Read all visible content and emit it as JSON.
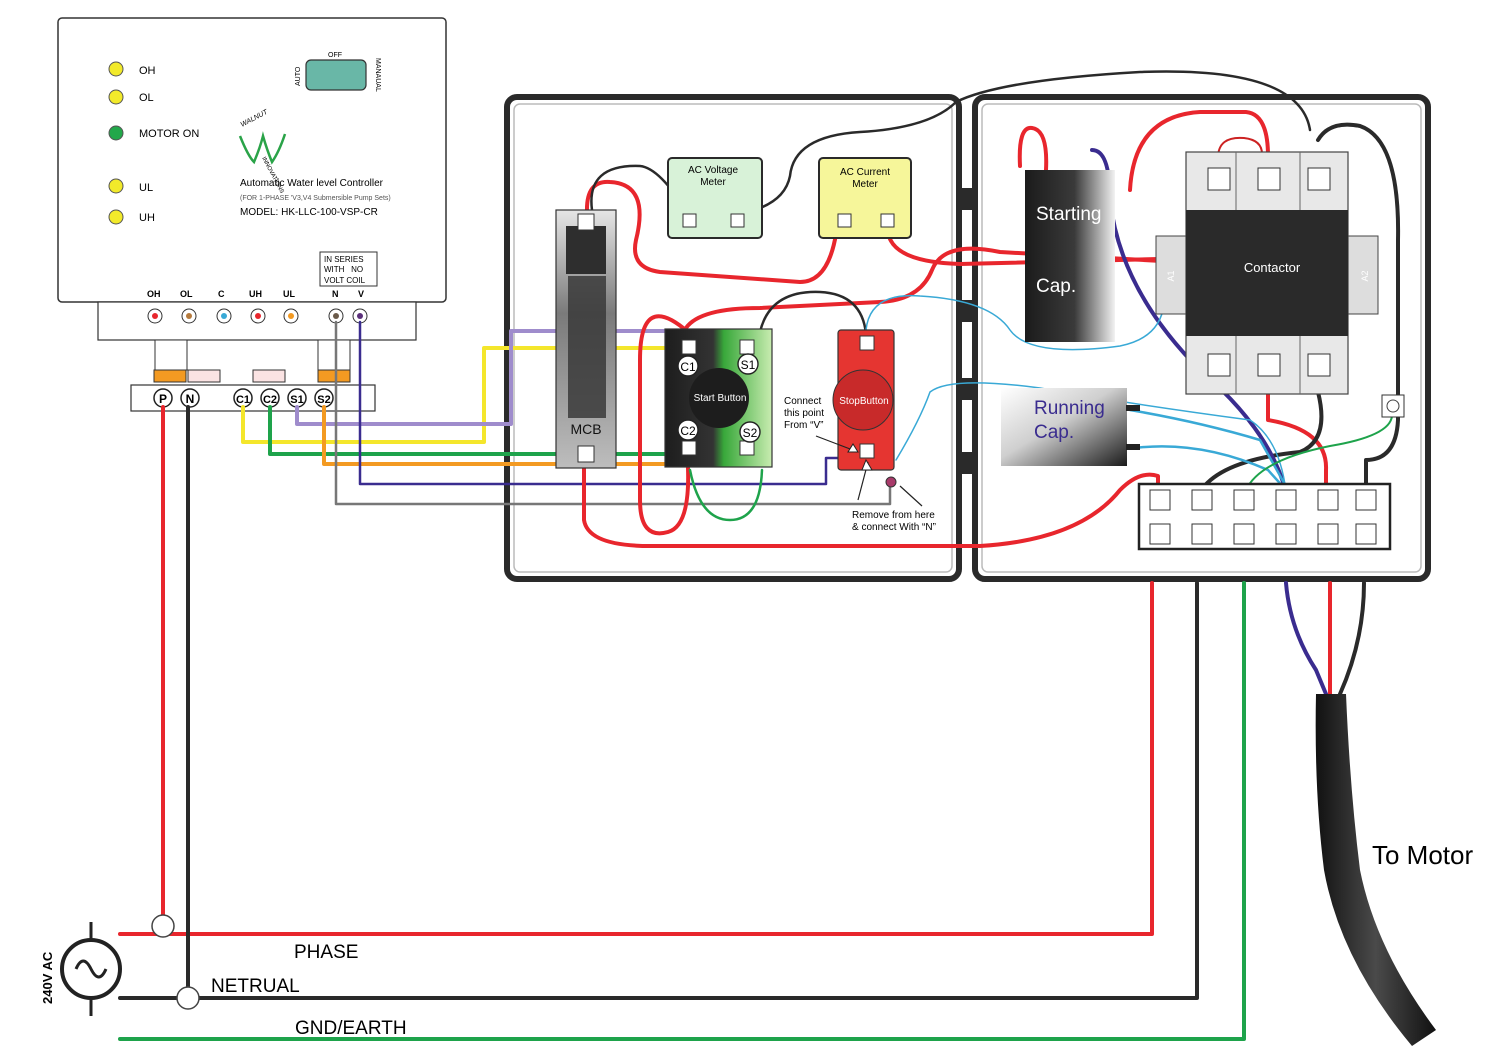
{
  "controller": {
    "indicators": [
      {
        "label": "OH",
        "color": "#f2ea2a"
      },
      {
        "label": "OL",
        "color": "#f2ea2a"
      },
      {
        "label": "MOTOR ON",
        "color": "#22a84a"
      },
      {
        "label": "UL",
        "color": "#f2ea2a"
      },
      {
        "label": "UH",
        "color": "#f2ea2a"
      }
    ],
    "switch": {
      "auto": "AUTO",
      "off": "OFF",
      "manual": "MANAUAL"
    },
    "brand": "WALNUT",
    "brand_sub": "INNOVATIONS",
    "title": "Automatic Water level Controller",
    "subtitle": "(FOR 1-PHASE 'V3,V4 Submersible Pump Sets)",
    "model": "MODEL: HK-LLC-100-VSP-CR",
    "series_note": [
      "IN SERIES",
      "WITH   NO",
      "VOLT COIL"
    ],
    "terminals": [
      "OH",
      "OL",
      "C",
      "UH",
      "UL",
      "N",
      "V"
    ],
    "bottom_terminals": [
      "P",
      "N",
      "C1",
      "C2",
      "S1",
      "S2"
    ]
  },
  "panel": {
    "voltage_meter": [
      "AC Voltage",
      "Meter"
    ],
    "current_meter": [
      "AC Current",
      "Meter"
    ],
    "mcb": "MCB",
    "start_button": "Start Button",
    "start_terms": [
      "C1",
      "S1",
      "C2",
      "S2"
    ],
    "stop_button": "StopButton",
    "connect_note": [
      "Connect",
      "this point",
      "From “V”"
    ],
    "remove_note": [
      "Remove from here",
      "& connect With “N”"
    ],
    "starting_cap": [
      "Starting",
      "Cap."
    ],
    "running_cap": [
      "Running",
      "Cap."
    ],
    "contactor": "Contactor",
    "a1": "A1",
    "a2": "A2"
  },
  "supply": {
    "source": "240V AC",
    "phase": "PHASE",
    "neutral": "NETRUAL",
    "earth": "GND/EARTH"
  },
  "to_motor": "To Motor",
  "colors": {
    "phase": "#e8262d",
    "neutral": "#2a2a2a",
    "earth": "#1ea34b",
    "yellow": "#f4e62b",
    "purple": "#9f8ccc",
    "orange": "#f39a22",
    "navy": "#3a2c8f",
    "cyan": "#39a9d6",
    "voltage_meter": "#d8f2d8",
    "current_meter": "#f6f69a",
    "stop_button": "#e53531"
  }
}
